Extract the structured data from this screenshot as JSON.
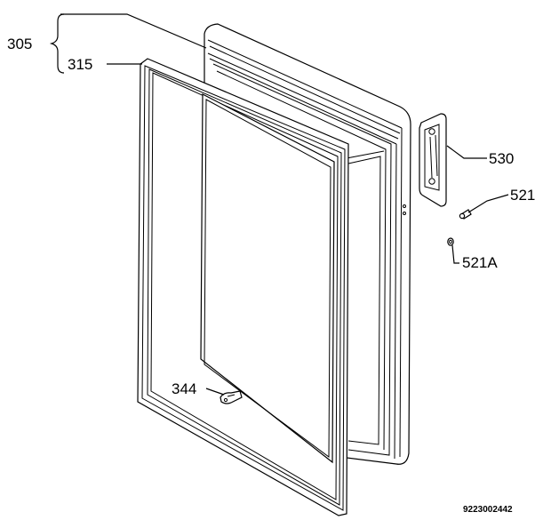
{
  "callouts": {
    "door_assembly": "305",
    "gasket": "315",
    "hinge": "530",
    "screw": "521",
    "washer": "521A",
    "clip": "344"
  },
  "drawing_number": "9223002442"
}
